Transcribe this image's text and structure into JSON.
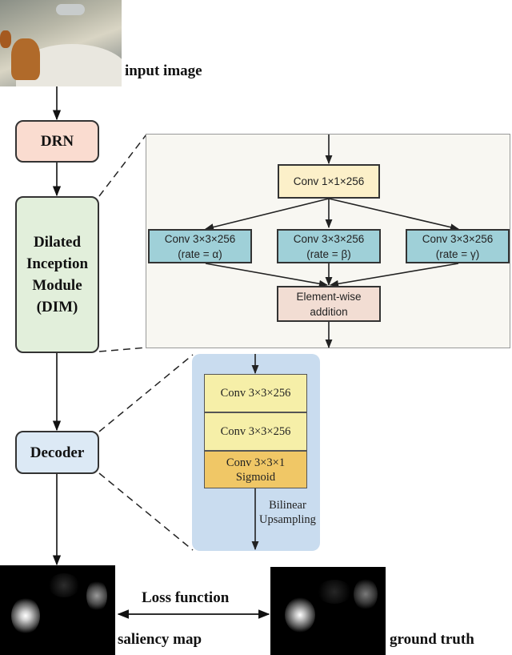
{
  "labels": {
    "input_image": "input image",
    "saliency_map": "saliency map",
    "ground_truth": "ground truth",
    "loss_function": "Loss function"
  },
  "main_flow": {
    "drn": "DRN",
    "dim_lines": [
      "Dilated",
      "Inception",
      "Module",
      "(DIM)"
    ],
    "decoder": "Decoder"
  },
  "dim_detail": {
    "conv_1x1": "Conv 1×1×256",
    "branches": [
      {
        "line1": "Conv 3×3×256",
        "line2": "(rate = α)"
      },
      {
        "line1": "Conv 3×3×256",
        "line2": "(rate = β)"
      },
      {
        "line1": "Conv 3×3×256",
        "line2": "(rate = γ)"
      }
    ],
    "addition": {
      "line1": "Element-wise",
      "line2": "addition"
    }
  },
  "decoder_detail": {
    "conv_a": "Conv 3×3×256",
    "conv_b": "Conv 3×3×256",
    "conv_c": {
      "line1": "Conv 3×3×1",
      "line2": "Sigmoid"
    },
    "upsample": {
      "line1": "Bilinear",
      "line2": "Upsampling"
    }
  },
  "colors": {
    "drn_fill": "#fadcd0",
    "dim_fill": "#e2efdb",
    "decoder_fill": "#dce9f5",
    "conv1_fill": "#fcf0c9",
    "branch_fill": "#9fd0d8",
    "addition_fill": "#f2ddd3",
    "dec_conv_fill": "#f6efa8",
    "dec_sigmoid_fill": "#f0c766",
    "decoder_panel": "#c9dcef"
  }
}
